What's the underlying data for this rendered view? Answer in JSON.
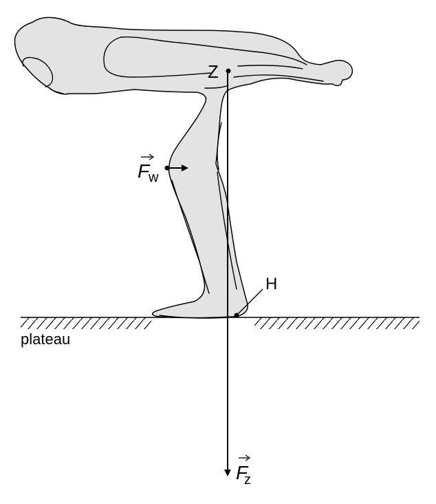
{
  "labels": {
    "point_z": "Z",
    "point_h": "H",
    "ground": "plateau",
    "force_w_letter": "F",
    "force_w_sub": "w",
    "force_z_letter": "F",
    "force_z_sub": "z"
  },
  "colors": {
    "body_fill": "#e3e3e3",
    "ink": "#000000"
  }
}
